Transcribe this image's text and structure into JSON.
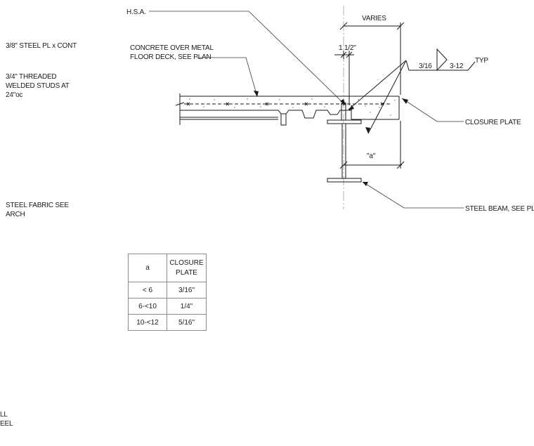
{
  "left_notes": {
    "steel_plate": "3/8\" STEEL PL x CONT",
    "studs": "3/4\" THREADED\nWELDED STUDS AT\n24\"oc",
    "fabric": "STEEL FABRIC SEE\nARCH",
    "clipped_fragment": "LL\nEEL"
  },
  "callouts": {
    "hsa": "H.S.A.",
    "concrete_deck": "CONCRETE OVER METAL\nFLOOR DECK, SEE PLAN",
    "varies": "VARIES",
    "dim_1_1_2": "1 1/2\"",
    "weld_size": "3/16",
    "weld_pitch": "3-12",
    "typ": "TYP",
    "closure_plate": "CLOSURE PLATE",
    "dim_a": "\"a\"",
    "steel_beam": "STEEL BEAM, SEE PLAN"
  },
  "table": {
    "headers": [
      "a",
      "CLOSURE\nPLATE"
    ],
    "rows": [
      [
        "< 6",
        "3/16\""
      ],
      [
        "6-<10",
        "1/4\""
      ],
      [
        "10-<12",
        "5/16\""
      ]
    ]
  },
  "colors": {
    "line": "#1a1a1a",
    "leader": "#3a3a3a",
    "grid_line": "#b0b0b0"
  }
}
